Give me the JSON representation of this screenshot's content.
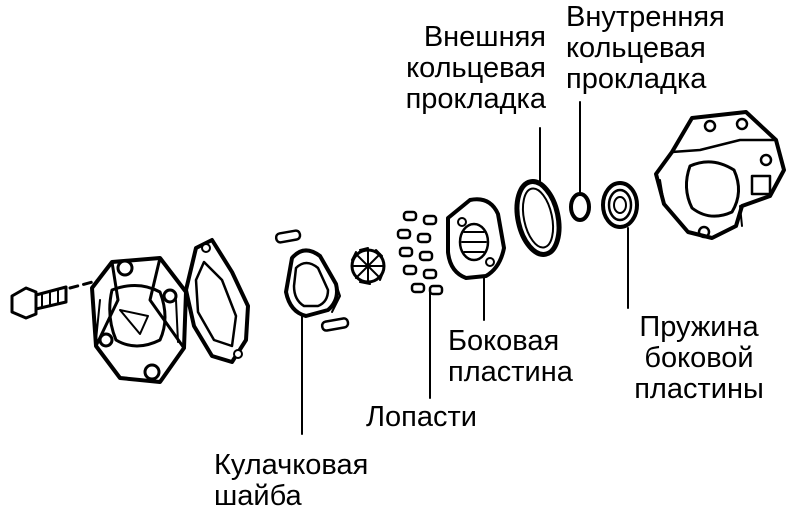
{
  "labels": {
    "outer_ring": [
      "Внешняя",
      "кольцевая",
      "прокладка"
    ],
    "inner_ring": [
      "Внутренняя",
      "кольцевая",
      "прокладка"
    ],
    "side_plate": [
      "Боковая",
      "пластина"
    ],
    "spring": [
      "Пружина",
      "боковой",
      "пластины"
    ],
    "vanes": [
      "Лопасти"
    ],
    "cam_ring": [
      "Кулачковая",
      "шайба"
    ]
  },
  "colors": {
    "ink": "#000000",
    "paper": "#ffffff"
  }
}
